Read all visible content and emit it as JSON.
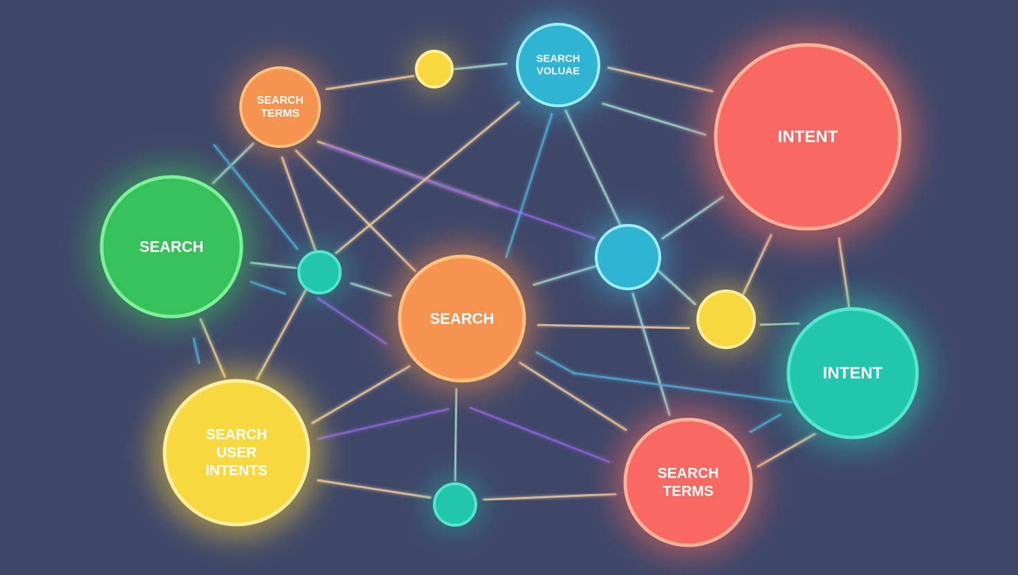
{
  "colors": {
    "background": "#3f4769",
    "orange": "#f59a4a",
    "green": "#3ec45f",
    "yellow": "#f7d93e",
    "cyan": "#3cc6de",
    "teal": "#2ec9b0",
    "red": "#f86b61",
    "line_warm": "#e9c79a",
    "line_cool": "#9fd3c7",
    "line_blue": "#4fa7d3",
    "line_purple": "#8a63d6"
  },
  "nodes": [
    {
      "id": "search-terms-top",
      "color": "orange",
      "lines": [
        "SEARCH",
        "TERMS"
      ]
    },
    {
      "id": "yellow-top",
      "color": "yellow",
      "lines": []
    },
    {
      "id": "search-volume",
      "color": "cyan",
      "lines": [
        "SEARCH",
        "VOLUAE"
      ]
    },
    {
      "id": "intent-top",
      "color": "red",
      "lines": [
        "INTENT"
      ]
    },
    {
      "id": "search-left",
      "color": "green",
      "lines": [
        "SEARCH"
      ]
    },
    {
      "id": "teal-small-left",
      "color": "teal",
      "lines": []
    },
    {
      "id": "search-center",
      "color": "orange",
      "lines": [
        "SEARCH"
      ]
    },
    {
      "id": "cyan-mid",
      "color": "cyan",
      "lines": []
    },
    {
      "id": "yellow-right",
      "color": "yellow",
      "lines": []
    },
    {
      "id": "intent-right",
      "color": "teal",
      "lines": [
        "INTENT"
      ]
    },
    {
      "id": "search-user-intents",
      "color": "yellow",
      "lines": [
        "SEARCH",
        "USER",
        "INTENTS"
      ]
    },
    {
      "id": "teal-small-bottom",
      "color": "teal",
      "lines": []
    },
    {
      "id": "search-terms-bottom",
      "color": "red",
      "lines": [
        "SEARCH",
        "TERMS"
      ]
    }
  ]
}
